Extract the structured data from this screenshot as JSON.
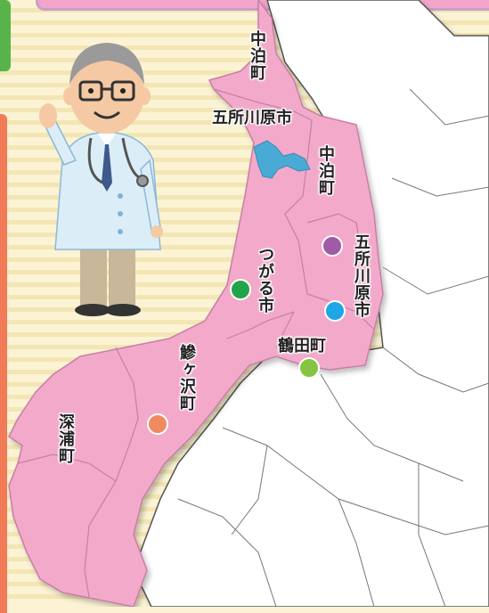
{
  "labels": {
    "nakadomari_north": "中泊町",
    "goshogawara_west": "五所川原市",
    "nakadomari_mid": "中泊町",
    "goshogawara_east": "五所川原市",
    "tsugaru": "つがる市",
    "tsuruta": "鶴田町",
    "ajigasawa": "鰺ヶ沢町",
    "fukaura": "深浦町"
  },
  "markers": [
    {
      "name": "purple-dot",
      "color": "#a05aa6"
    },
    {
      "name": "blue-dot",
      "color": "#1fa6e6"
    },
    {
      "name": "green-dot",
      "color": "#22a44a"
    },
    {
      "name": "lightgreen-dot",
      "color": "#84c441"
    },
    {
      "name": "orange-dot",
      "color": "#f08a61"
    }
  ],
  "colors": {
    "region_fill": "#f2a9ca",
    "region_stroke": "#c77fa6",
    "land_fill": "#ffffff",
    "border": "#555555",
    "lake": "#4aaad6"
  },
  "illustration": "doctor-character"
}
